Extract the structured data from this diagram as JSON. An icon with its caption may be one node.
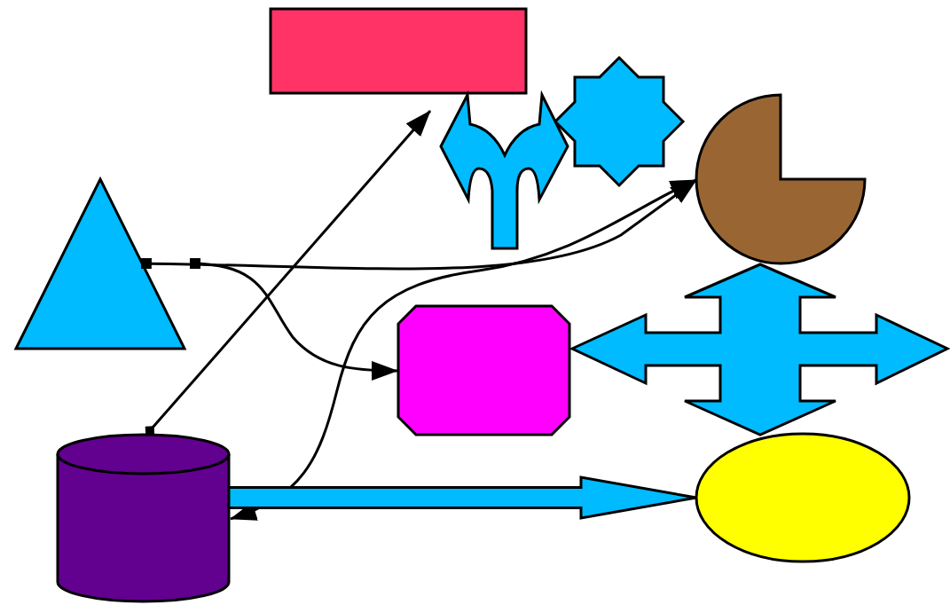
{
  "diagram": {
    "nodes": [
      {
        "text": [],
        "shape": "box"
      },
      {
        "text": [],
        "shape": "star"
      },
      {
        "text": [],
        "shape": "arrow"
      },
      {
        "text": [],
        "shape": "pie"
      },
      {
        "text": [],
        "shape": "triangle"
      },
      {
        "text": [],
        "shape": "arrow"
      },
      {
        "text": [],
        "shape": "octagon"
      },
      {
        "text": [],
        "shape": "cylinder"
      },
      {
        "text": [],
        "shape": "ellipse"
      }
    ],
    "edges": [
      {
        "from": 7,
        "to": 0,
        "arrow": "to"
      },
      {
        "from": 4,
        "to": 3,
        "arrow": "to"
      },
      {
        "from": 7,
        "to": 3,
        "arrow": "both"
      },
      {
        "from": 4,
        "to": 6,
        "arrow": "to"
      },
      {
        "from": 7,
        "to": 8,
        "arrow": "to",
        "style": "thick",
        "color": "#00bbff"
      }
    ]
  }
}
